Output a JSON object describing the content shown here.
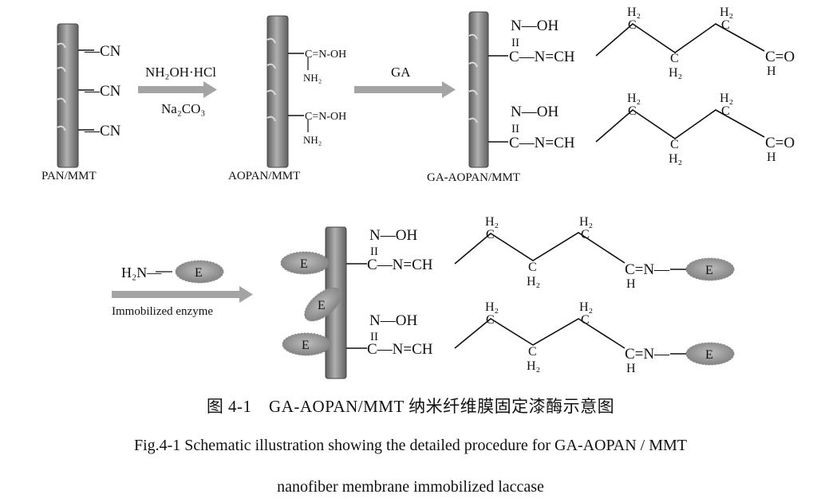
{
  "labels": {
    "pan": "PAN/MMT",
    "aopan": "AOPAN/MMT",
    "ga_aopan": "GA-AOPAN/MMT"
  },
  "reagents": {
    "step1_top": "NH₂OH·HCl",
    "step1_bottom": "Na₂CO₃",
    "step2_top": "GA",
    "step3_amine": "H₂N—",
    "step3_bottom": "Immobilized enzyme"
  },
  "chem": {
    "cn": "—CN",
    "noh": "N—OH",
    "amide_c": "C",
    "amidoxime": "C=N-OH",
    "nh2": "NH₂",
    "c_n_ch": "C—N=CH",
    "h2": "H₂",
    "c": "C",
    "aldehyde": "C=O",
    "h": "H",
    "imine": "C=N—",
    "double_bond": "II",
    "enzyme": "E"
  },
  "captions": {
    "cn": "图 4-1　GA-AOPAN/MMT 纳米纤维膜固定漆酶示意图",
    "en_line1": "Fig.4-1 Schematic illustration showing the detailed procedure for GA-AOPAN / MMT",
    "en_line2": "nanofiber membrane immobilized laccase"
  },
  "colors": {
    "rod": "#8a8a8a",
    "arrow": "#9a9a9a",
    "enzyme": "#9b9b9b",
    "ink": "#111111"
  }
}
